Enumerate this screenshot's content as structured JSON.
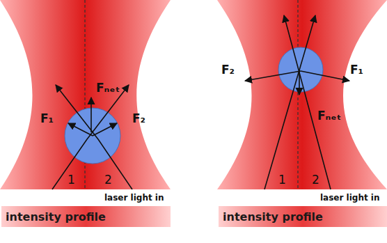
{
  "diagram": {
    "nodes": [
      {
        "text": [
          "intensity profile"
        ]
      },
      {
        "text": [
          "intensity profile"
        ]
      }
    ],
    "labels": [
      "F₁",
      "F₂",
      "Fₙₑₜ",
      "1",
      "2",
      "laser light in",
      "F₂",
      "F₁",
      "Fₙₑₜ",
      "1",
      "2",
      "laser light in"
    ]
  }
}
